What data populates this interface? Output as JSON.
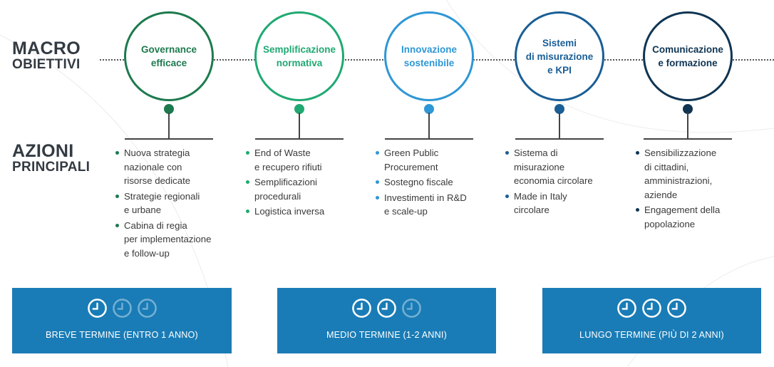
{
  "side_labels": {
    "macro": [
      "MACRO",
      "OBIETTIVI"
    ],
    "azioni": [
      "AZIONI",
      "PRINCIPALI"
    ]
  },
  "colors": {
    "governance": "#1d7a4e",
    "semplificazione": "#1fa972",
    "innovazione": "#2e97d5",
    "sistemi": "#1a5e96",
    "comunicazione": "#0f3553",
    "term_box": "#1a7cb6"
  },
  "objectives": [
    {
      "title": "Governance\nefficace",
      "actions": [
        "Nuova strategia\nnazionale con\nrisorse dedicate",
        "Strategie regionali\ne urbane",
        "Cabina di regia\nper implementazione\ne follow-up"
      ]
    },
    {
      "title": "Semplificazione\nnormativa",
      "actions": [
        "End of Waste\ne recupero rifiuti",
        "Semplificazioni\nprocedurali",
        "Logistica inversa"
      ]
    },
    {
      "title": "Innovazione\nsostenibile",
      "actions": [
        "Green Public\nProcurement",
        "Sostegno fiscale",
        "Investimenti in R&D\ne scale-up"
      ]
    },
    {
      "title": "Sistemi\ndi misurazione\ne KPI",
      "actions": [
        "Sistema di\nmisurazione\neconomia circolare",
        "Made in Italy\ncircolare"
      ]
    },
    {
      "title": "Comunicazione\ne formazione",
      "actions": [
        "Sensibilizzazione\ndi cittadini,\namministrazioni,\naziende",
        "Engagement della\npopolazione"
      ]
    }
  ],
  "terms": [
    {
      "label": "BREVE TERMINE (ENTRO 1 ANNO)",
      "clock_icons": [
        "clock-icon",
        "clock-icon",
        "clock-icon"
      ],
      "active_clocks": 1
    },
    {
      "label": "MEDIO TERMINE (1-2 ANNI)",
      "clock_icons": [
        "clock-icon",
        "clock-icon",
        "clock-icon"
      ],
      "active_clocks": 2
    },
    {
      "label": "LUNGO TERMINE (PIÙ DI 2 ANNI)",
      "clock_icons": [
        "clock-icon",
        "clock-icon",
        "clock-icon"
      ],
      "active_clocks": 3
    }
  ]
}
